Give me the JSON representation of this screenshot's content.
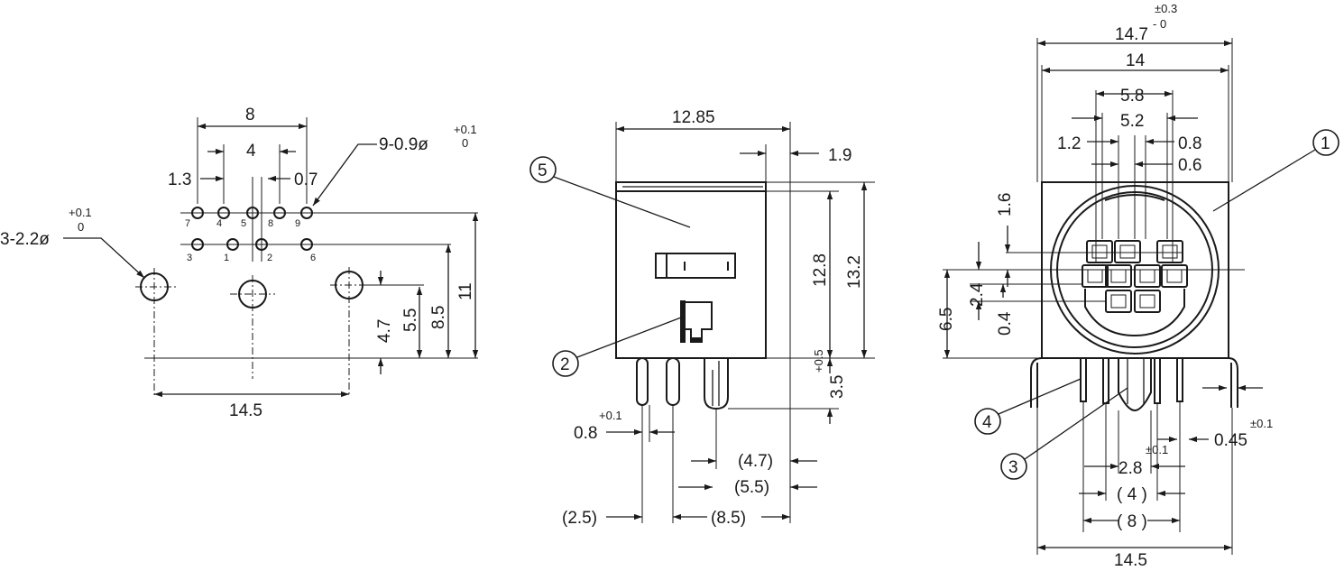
{
  "left_view": {
    "dims": {
      "d8": "8",
      "d4": "4",
      "d1_3": "1.3",
      "d0_7": "0.7",
      "pinhole": "9-0.9ø",
      "pinhole_tol_up": "+0.1",
      "pinhole_tol_lo": "0",
      "mount": "3-2.2ø",
      "mount_tol_up": "+0.1",
      "mount_tol_lo": "0",
      "d4_7": "4.7",
      "d5_5": "5.5",
      "d8_5": "8.5",
      "d11": "11",
      "d14_5": "14.5"
    },
    "pin_labels_top": [
      "7",
      "4",
      "5",
      "8",
      "9"
    ],
    "pin_labels_bottom": [
      "3",
      "1",
      "2",
      "6"
    ]
  },
  "middle_view": {
    "dims": {
      "d12_85": "12.85",
      "d1_9": "1.9",
      "d12_8": "12.8",
      "d13_2": "13.2",
      "d3_5": "3.5",
      "d3_5_tol": "+0.5",
      "d0_8": "0.8",
      "d0_8_tol": "+0.1",
      "d4_7p": "(4.7)",
      "d5_5p": "(5.5)",
      "d2_5p": "(2.5)",
      "d8_5p": "(8.5)"
    },
    "callouts": [
      "5",
      "2"
    ]
  },
  "right_view": {
    "dims": {
      "d14_7": "14.7",
      "d14_7_tol_up": "±0.3",
      "d14_7_tol_lo": "- 0",
      "d14": "14",
      "d5_8": "5.8",
      "d5_2": "5.2",
      "d1_2": "1.2",
      "d0_8": "0.8",
      "d0_6": "0.6",
      "d1_6": "1.6",
      "d2_4": "2.4",
      "d6_5": "6.5",
      "d0_4": "0.4",
      "d0_45": "0.45",
      "d0_45_tol": "±0.1",
      "d2_8": "2.8",
      "d2_8_tol": "±0.1",
      "d4p": "( 4 )",
      "d8p": "( 8 )",
      "d14_5": "14.5"
    },
    "callouts": [
      "1",
      "4",
      "3"
    ]
  }
}
